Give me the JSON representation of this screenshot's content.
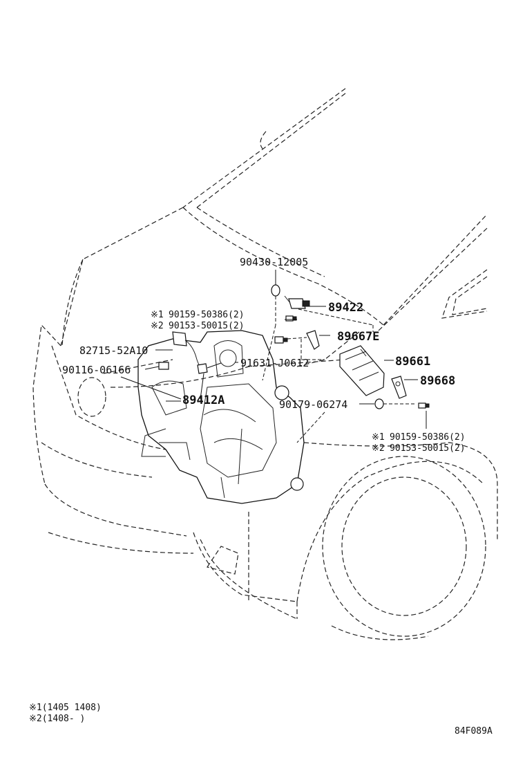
{
  "labels": {
    "p90430": "90430-12005",
    "p89422": "89422",
    "n1a_mark": "※1",
    "n1a_code": "90159-50386(2)",
    "n2a_mark": "※2",
    "n2a_code": "90153-50015(2)",
    "p82715": "82715-52A10",
    "p89667e": "89667E",
    "p90116": "90116-06166",
    "p91631": "91631-J0612",
    "p89661": "89661",
    "p89668": "89668",
    "p89412a": "89412A",
    "p90179": "90179-06274",
    "n1b_mark": "※1",
    "n1b_code": "90159-50386(2)",
    "n2b_mark": "※2",
    "n2b_code": "90153-50015(2)"
  },
  "footnotes": {
    "f1": "※1(1405 1408)",
    "f2": "※2(1408-    )"
  },
  "figure_code": "84F089A"
}
